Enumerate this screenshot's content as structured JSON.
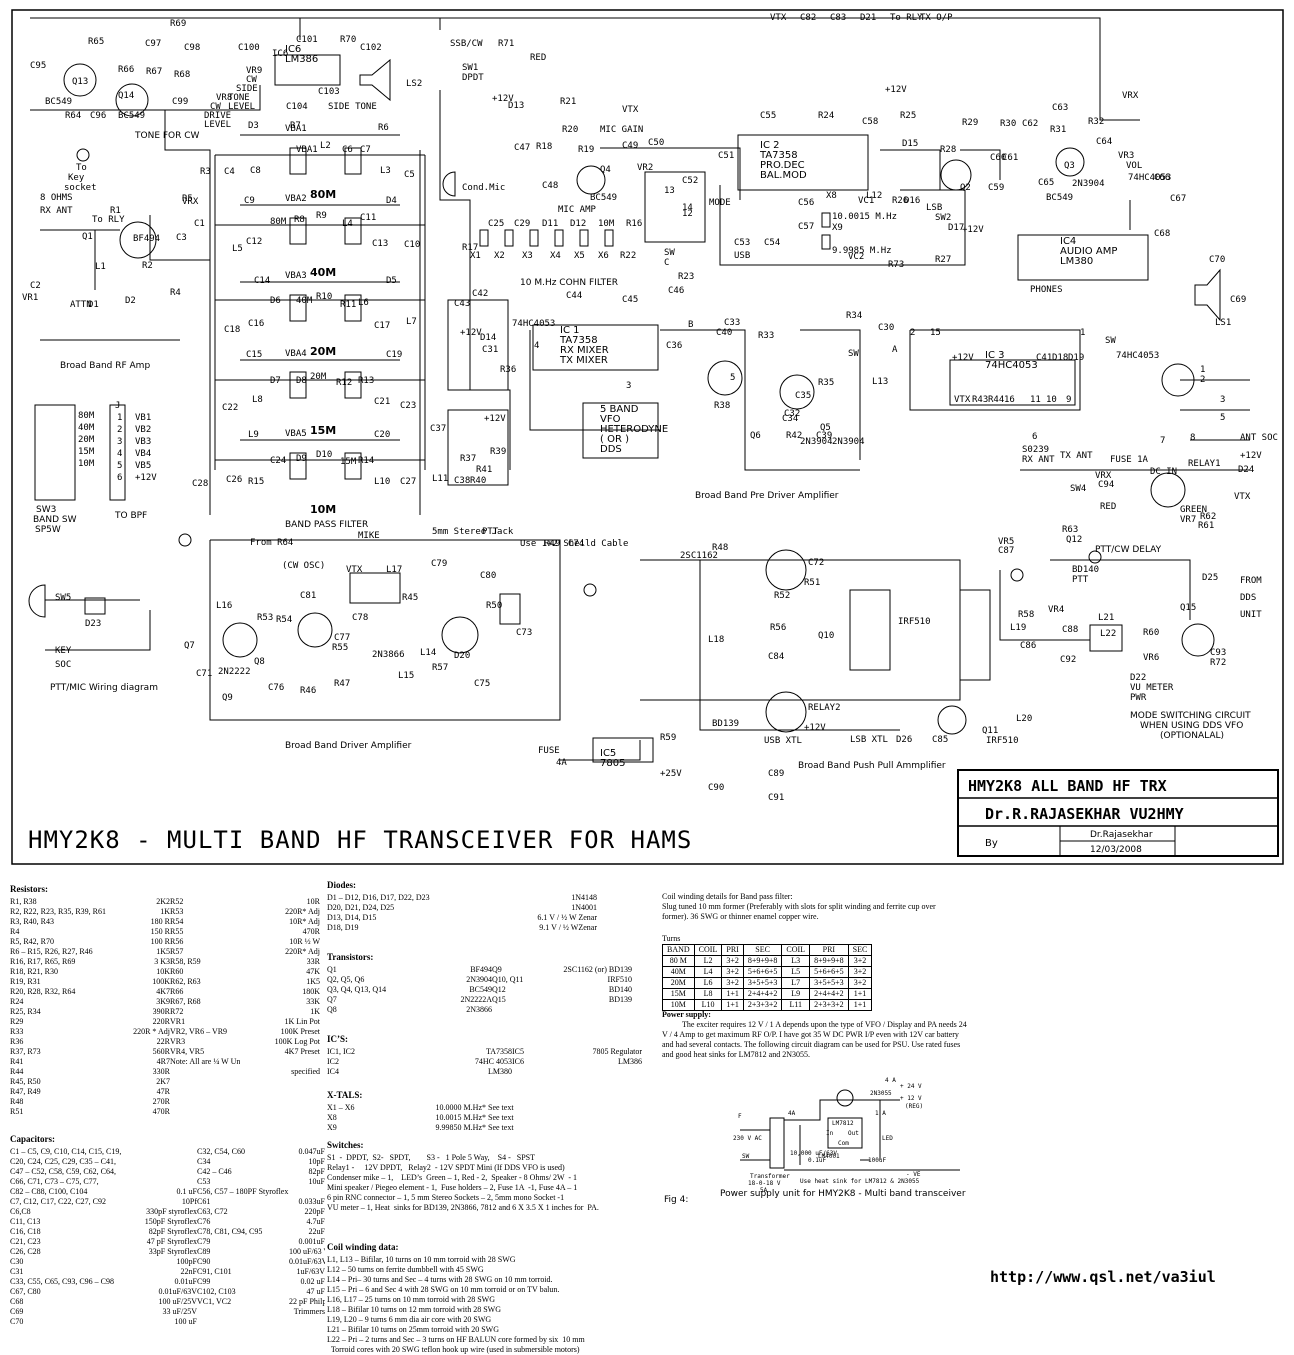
{
  "title": "HMY2K8 - MULTI BAND HF TRANSCEIVER FOR HAMS",
  "title_block": {
    "project": "HMY2K8   ALL BAND HF TRX",
    "author": "Dr.R.RAJASEKHAR VU2HMY",
    "by_label": "By",
    "signature": "Dr.Rajasekhar",
    "date": "12/03/2008"
  },
  "url": "http://www.qsl.net/va3iul",
  "section_labels": [
    {
      "id": "rf-amp",
      "text": "Broad Band RF Amp"
    },
    {
      "id": "bpf",
      "text": "BAND PASS FILTER"
    },
    {
      "id": "cohn",
      "text": "10 M.Hz COHN FILTER"
    },
    {
      "id": "predriver",
      "text": "Broad Band Pre Driver Amplifier"
    },
    {
      "id": "driver",
      "text": "Broad Band Driver Amplifier"
    },
    {
      "id": "pushpull",
      "text": "Broad Band Push Pull Ammplifier"
    },
    {
      "id": "ptt-wiring",
      "text": "PTT/MIC Wiring diagram"
    },
    {
      "id": "tone",
      "text": "TONE FOR CW"
    },
    {
      "id": "mode-switch",
      "text": "MODE SWITCHING CIRCUIT"
    },
    {
      "id": "mode-switch2",
      "text": "WHEN USING DDS VFO"
    },
    {
      "id": "mode-switch3",
      "text": "(OPTIONALAL)"
    },
    {
      "id": "ptt-cw",
      "text": "PTT/CW DELAY"
    },
    {
      "id": "to-bpf",
      "text": "TO BPF"
    },
    {
      "id": "sw3",
      "text": "SW3"
    },
    {
      "id": "sw3b",
      "text": "BAND SW"
    },
    {
      "id": "sw3c",
      "text": "SP5W"
    }
  ],
  "bands": [
    "80M",
    "40M",
    "20M",
    "15M",
    "10M"
  ],
  "band_voltages": [
    "VBA1",
    "VBA2",
    "VBA3",
    "VBA4",
    "VBA5"
  ],
  "band_switch": {
    "bands": [
      "80M",
      "40M",
      "20M",
      "15M",
      "10M"
    ],
    "pins": [
      "1",
      "2",
      "3",
      "4",
      "5",
      "6"
    ],
    "outputs": [
      "VB1",
      "VB2",
      "VB3",
      "VB4",
      "VB5",
      "+12V"
    ],
    "connector": "J"
  },
  "blocks": [
    {
      "id": "ic2",
      "lines": [
        "IC 2",
        "TA7358",
        "PRO.DEC",
        "BAL.MOD"
      ]
    },
    {
      "id": "ic1",
      "lines": [
        "IC 1",
        "TA7358",
        "RX MIXER",
        "TX MIXER"
      ]
    },
    {
      "id": "vfo",
      "lines": [
        "5 BAND",
        "VFO",
        "HETERODYNE",
        "( OR )",
        "DDS"
      ]
    },
    {
      "id": "ic4",
      "lines": [
        "IC4",
        "AUDIO AMP",
        "LM380"
      ]
    },
    {
      "id": "ic3",
      "lines": [
        "IC 3",
        "74HC4053"
      ]
    },
    {
      "id": "ic6",
      "lines": [
        "IC6",
        "LM386"
      ]
    },
    {
      "id": "ic5",
      "lines": [
        "IC5",
        "7805"
      ]
    }
  ],
  "labels": [
    "R69",
    "R65",
    "C97",
    "C98",
    "C95",
    "Q13",
    "R66",
    "R67",
    "R68",
    "Q14",
    "C99",
    "BC549",
    "BC549",
    "R64",
    "C96",
    "To",
    "Key",
    "socket",
    "C100",
    "IC6",
    "C101",
    "R70",
    "C102",
    "VR9",
    "CW",
    "SIDE",
    "TONE",
    "LEVEL",
    "C103",
    "LS2",
    "SIDE TONE",
    "C104",
    "VR8",
    "CW",
    "DRIVE",
    "LEVEL",
    "SSB/CW",
    "R71",
    "RED",
    "SW1",
    "DPDT",
    "+12V",
    "D13",
    "R21",
    "VTX",
    "R20",
    "MIC GAIN",
    "C47",
    "R18",
    "R19",
    "C49",
    "C50",
    "VR2",
    "C48",
    "Q4",
    "BC549",
    "MIC AMP",
    "Cond.Mic",
    "C55",
    "R24",
    "C58",
    "R25",
    "+12V",
    "R29",
    "R30",
    "C62",
    "C63",
    "R31",
    "R32",
    "VRX",
    "C51",
    "D15",
    "R28",
    "C60",
    "C61",
    "Q3",
    "C64",
    "VR3",
    "VOL",
    "C59",
    "C65",
    "2N3904",
    "BC549",
    "L12",
    "Q2",
    "C56",
    "X8",
    "VC1",
    "R26",
    "D16",
    "LSB",
    "SW2",
    "C53",
    "C54",
    "C57",
    "10.0015 M.Hz",
    "X9",
    "9.9985 M.Hz",
    "VC2",
    "D17",
    "+12V",
    "USB",
    "R73",
    "R27",
    "MODE",
    "C52",
    "12",
    "14",
    "13",
    "SW",
    "C",
    "74HC4053",
    "C66",
    "C67",
    "C68",
    "C70",
    "PHONES",
    "C69",
    "LS1",
    "8 OHMS",
    "RX ANT",
    "To RLY",
    "R1",
    "BF494",
    "Q1",
    "C1",
    "C3",
    "R5",
    "VRX",
    "L1",
    "R2",
    "R4",
    "C2",
    "VR1",
    "ATTN",
    "D1",
    "D2",
    "R3",
    "C4",
    "D3",
    "R6",
    "R7",
    "VBA1",
    "L2",
    "C6",
    "C7",
    "C8",
    "L3",
    "C5",
    "C9",
    "D4",
    "80M",
    "R8",
    "R9",
    "L4",
    "C11",
    "C12",
    "C13",
    "L5",
    "C10",
    "C14",
    "D5",
    "D6",
    "40M",
    "R10",
    "R11",
    "L6",
    "C16",
    "C17",
    "C18",
    "L7",
    "C15",
    "C19",
    "D7",
    "D8",
    "20M",
    "R12",
    "R13",
    "L8",
    "C21",
    "C22",
    "C23",
    "L9",
    "C20",
    "C24",
    "D9",
    "D10",
    "15M",
    "R14",
    "R15",
    "L10",
    "C26",
    "C27",
    "C28",
    "L11",
    "C25",
    "C29",
    "D11",
    "D12",
    "10M",
    "R16",
    "R17",
    "X1",
    "X2",
    "X3",
    "X4",
    "X5",
    "X6",
    "R22",
    "C42",
    "C43",
    "C44",
    "C45",
    "C46",
    "R23",
    "B",
    "74HC4053",
    "C33",
    "R33",
    "R34",
    "+12V",
    "D14",
    "C31",
    "R36",
    "C36",
    "C40",
    "SW",
    "4",
    "3",
    "5",
    "C35",
    "R35",
    "L13",
    "R38",
    "C32",
    "C34",
    "Q5",
    "Q6",
    "R42",
    "C39",
    "2N3904",
    "2N3904",
    "C37",
    "+12V",
    "R37",
    "R39",
    "R41",
    "R40",
    "C38",
    "C30",
    "2",
    "15",
    "1",
    "SW",
    "A",
    "74HC4053",
    "+12V",
    "C41",
    "D18",
    "D19",
    "VTX",
    "R43",
    "R44",
    "16",
    "11",
    "10",
    "9",
    "1",
    "2",
    "3",
    "5",
    "6",
    "7",
    "8",
    "ANT SOC",
    "S0239",
    "RX ANT",
    "TX ANT",
    "FUSE 1A",
    "RELAY1",
    "+12V",
    "VRX",
    "DC IN",
    "SW4",
    "C94",
    "D24",
    "VTX",
    "GREEN",
    "VR7",
    "R62",
    "R61",
    "RED",
    "R63",
    "Q12",
    "BD140",
    "PTT",
    "SW5",
    "D23",
    "KEY",
    "SOC",
    "From R64",
    "(CW OSC)",
    "MIKE",
    "5mm Stereo Jack",
    "PTT",
    "Use 1+2 Sheild Cable",
    "R49",
    "C74",
    "L16",
    "VTX",
    "L17",
    "C79",
    "C80",
    "C81",
    "R45",
    "R53",
    "R54",
    "C77",
    "C78",
    "R50",
    "R55",
    "Q7",
    "C73",
    "Q8",
    "2N3866",
    "L14",
    "R57",
    "C71",
    "2N2222",
    "L15",
    "D20",
    "Q9",
    "C76",
    "R46",
    "R47",
    "C75",
    "2SC1162",
    "R48",
    "C72",
    "R51",
    "R52",
    "R56",
    "L18",
    "C84",
    "Q10",
    "IRF510",
    "L19",
    "R58",
    "VR4",
    "C86",
    "C88",
    "L21",
    "L22",
    "C92",
    "R60",
    "VR6",
    "D22",
    "VU METER",
    "PWR",
    "C93",
    "R72",
    "D25",
    "FROM",
    "DDS",
    "UNIT",
    "Q15",
    "BD139",
    "RELAY2",
    "+12V",
    "USB XTL",
    "LSB XTL",
    "D26",
    "C85",
    "Q11",
    "IRF510",
    "L20",
    "C89",
    "C90",
    "C91",
    "FUSE",
    "4A",
    "+25V",
    "R59",
    "VR5",
    "C87",
    "VTX",
    "C82",
    "C83",
    "D21",
    "To RLY",
    "TX O/P"
  ],
  "parts": {
    "resistors": {
      "heading": "Resistors:",
      "rows": [
        [
          "R1, R38",
          "2K2",
          "R52",
          "10R"
        ],
        [
          "R2, R22, R23, R35, R39, R61",
          "1K",
          "R53",
          "220R* Adj"
        ],
        [
          "R3, R40, R43",
          "180 R",
          "R54",
          "10R* Adj"
        ],
        [
          "R4",
          "150 R",
          "R55",
          "470R"
        ],
        [
          "R5, R42, R70",
          "100 R",
          "R56",
          "10R ½ W"
        ],
        [
          "R6 – R15, R26, R27, R46",
          "1K5",
          "R57",
          "220R* Adj"
        ],
        [
          "R16, R17, R65, R69",
          "3 K3",
          "R58, R59",
          "33R"
        ],
        [
          "R18, R21, R30",
          "10K",
          "R60",
          "47K"
        ],
        [
          "R19, R31",
          "100K",
          "R62, R63",
          "1K5"
        ],
        [
          "R20, R28, R32, R64",
          "4K7",
          "R66",
          "180K"
        ],
        [
          "R24",
          "3K9",
          "R67, R68",
          "33K"
        ],
        [
          "R25, R34",
          "390R",
          "R72",
          "1K"
        ],
        [
          "R29",
          "220R",
          "VR1",
          "1K Lin Pot"
        ],
        [
          "R33",
          "220R * Adj",
          "VR2, VR6 – VR9",
          "100K Preset"
        ],
        [
          "R36",
          "22R",
          "VR3",
          "100K Log Pot"
        ],
        [
          "R37, R73",
          "560R",
          "VR4, VR5",
          "4K7 Preset"
        ],
        [
          "R41",
          "4R7",
          "Note: All are ¼ W Unless otherwise",
          ""
        ],
        [
          "R44",
          "330R",
          "",
          "specified"
        ],
        [
          "R45, R50",
          "2K7",
          "",
          ""
        ],
        [
          "R47, R49",
          "47R",
          "",
          ""
        ],
        [
          "R48",
          "270R",
          "",
          ""
        ],
        [
          "R51",
          "470R",
          "",
          ""
        ]
      ]
    },
    "capacitors": {
      "heading": "Capacitors:",
      "rows": [
        [
          "C1 – C5, C9, C10, C14, C15, C19,",
          "",
          "C32, C54, C60",
          "0.047uF"
        ],
        [
          "C20, C24, C25, C29, C35 – C41,",
          "",
          "C34",
          "10pF"
        ],
        [
          "C47 – C52, C58, C59, C62, C64,",
          "",
          "C42 – C46",
          "82pF"
        ],
        [
          "C66, C71, C73 – C75, C77,",
          "",
          "C53",
          "10uF"
        ],
        [
          "C82 – C88, C100, C104",
          "0.1 uF",
          "C56, C57 – 180PF Styroflex",
          ""
        ],
        [
          "C7, C12, C17, C22, C27, C92",
          "10Pf",
          "C61",
          "0.033uF"
        ],
        [
          "C6,C8",
          "330pF styroflex",
          "C63, C72",
          "220pF"
        ],
        [
          "C11, C13",
          "150pF Styroflex",
          "C76",
          "4.7uF"
        ],
        [
          "C16, C18",
          "82pF Styroflex",
          "C78, C81, C94, C95",
          "22uF"
        ],
        [
          "C21, C23",
          "47 pF Styroflex",
          "C79",
          "0.001uF"
        ],
        [
          "C26, C28",
          "33pF Styroflex",
          "C89",
          "100 uF/63 V"
        ],
        [
          "C30",
          "100pF",
          "C90",
          "0.01uF/63V"
        ],
        [
          "C31",
          "22nF",
          "C91, C101",
          "1uF/63V"
        ],
        [
          "C33, C55, C65, C93, C96 – C98",
          "0.01uF",
          "C99",
          "0.02 uF"
        ],
        [
          "C67, C80",
          "0.01uF/63V",
          "C102, C103",
          "47 uF"
        ],
        [
          "C68",
          "100 uF/25V",
          "VC1, VC2",
          "22 pF Philps"
        ],
        [
          "C69",
          "33 uF/25V",
          "",
          "Trimmers"
        ],
        [
          "C70",
          "100 uF",
          "",
          ""
        ]
      ]
    },
    "diodes": {
      "heading": "Diodes:",
      "rows": [
        [
          "D1 – D12, D16, D17, D22, D23",
          "1N4148"
        ],
        [
          "D20, D21, D24, D25",
          "1N4001"
        ],
        [
          "D13, D14, D15",
          "6.1 V / ½ W Zenar"
        ],
        [
          "D18, D19",
          "9.1 V / ½ WZenar"
        ]
      ]
    },
    "transistors": {
      "heading": "Transistors:",
      "rows": [
        [
          "Q1",
          "BF494",
          "Q9",
          "2SC1162 (or) BD139"
        ],
        [
          "Q2, Q5, Q6",
          "2N3904",
          "Q10, Q11",
          "IRF510"
        ],
        [
          "Q3, Q4, Q13, Q14",
          "BC549",
          "Q12",
          "BD140"
        ],
        [
          "Q7",
          "2N2222A",
          "Q15",
          "BD139"
        ],
        [
          "Q8",
          "2N3866",
          "",
          ""
        ]
      ]
    },
    "ics": {
      "heading": "IC’S:",
      "rows": [
        [
          "IC1, IC2",
          "TA7358",
          "IC5",
          "7805 Regulator"
        ],
        [
          "IC2",
          "74HC 4053",
          "IC6",
          "LM386"
        ],
        [
          "IC4",
          "LM380",
          "",
          ""
        ]
      ]
    },
    "xtals": {
      "heading": "X-TALS:",
      "rows": [
        [
          "X1 – X6",
          "10.0000 M.Hz",
          "* See text"
        ],
        [
          "X8",
          "10.0015 M.Hz",
          "* See text"
        ],
        [
          "X9",
          "9.99850 M.Hz",
          "* See text"
        ]
      ]
    },
    "switches": {
      "heading": "Switches:",
      "lines": [
        "S1  -  DPDT,  S2-   SPDT,        S3 -   1 Pole 5 Way,    S4 -   SPST",
        "Relay1 -     12V DPDT,   Relay2  - 12V SPDT Mini (If DDS VFO is used)",
        "Condenser mike – 1,    LED’s  Green – 1, Red - 2,  Speaker - 8 Ohms/ 2W  - 1",
        "Mini speaker / Piegeo element - 1,  Fuse holders – 2, Fuse 1A  -1, Fuse 4A – 1",
        "6 pin RNC connector – 1, 5 mm Stereo Sockets – 2, 5mm mono Socket -1",
        "VU meter – 1, Heat  sinks for BD139, 2N3866, 7812 and 6 X 3.5 X 1 inches for  PA."
      ]
    },
    "coil_data": {
      "heading": "Coil winding data:",
      "lines": [
        "L1, L13 – Bifilar, 10 turns on 10 mm torroid with 28 SWG",
        "L12 – 50 turns on ferrite dumbbell with 45 SWG",
        "L14 – Pri– 30 turns and Sec – 4 turns with 28 SWG on 10 mm torroid.",
        "L15 – Pri – 6 and Sec 4 with 28 SWG on 10 mm torroid or on TV balun.",
        "L16, L17 – 25 turns on 10 mm torroid with 28 SWG",
        "L18 – Bifilar 10 turns on 12 mm torroid with 28 SWG",
        "L19, L20 – 9 turns 6 mm dia air core with 20 SWG",
        "L21 – Bifilar 10 turns on 25mm torroid with 20 SWG",
        "L22 – Pri – 2 turns and Sec – 3 turns on HF BALUN core formed by six  10 mm",
        "  Torroid cores with 20 SWG teflon hook up wire (used in submersible motors)"
      ]
    }
  },
  "bpf_coils": {
    "intro": [
      "Coil winding details for Band pass filter:",
      "Slug tuned 10 mm former (Preferably with slots for split winding and ferrite cup over",
      "former). 36 SWG or thinner enamel copper wire."
    ],
    "turns_label": "Turns",
    "headers": [
      "BAND",
      "COIL",
      "PRI",
      "SEC",
      "COIL",
      "PRI",
      "SEC"
    ],
    "rows": [
      [
        "80 M",
        "L2",
        "3+2",
        "8+9+9+8",
        "L3",
        "8+9+9+8",
        "3+2"
      ],
      [
        "40M",
        "L4",
        "3+2",
        "5+6+6+5",
        "L5",
        "5+6+6+5",
        "3+2"
      ],
      [
        "20M",
        "L6",
        "3+2",
        "3+5+5+3",
        "L7",
        "3+5+5+3",
        "3+2"
      ],
      [
        "15M",
        "L8",
        "1+1",
        "2+4+4+2",
        "L9",
        "2+4+4+2",
        "1+1"
      ],
      [
        "10M",
        "L10",
        "1+1",
        "2+3+3+2",
        "L11",
        "2+3+3+2",
        "1+1"
      ]
    ]
  },
  "power": {
    "heading": "Power supply:",
    "text": "The exciter requires 12 V / 1 A depends upon the type of VFO / Display and PA needs 24 V / 4 Amp to get maximum RF O/P. I have got 35 W DC PWR I/P even with 12V car battery and had several contacts. The following circuit diagram can be used for PSU. Use rated fuses and good heat sinks for LM7812 and 2N3055."
  },
  "psu_fig": {
    "fig": "Fig 4:",
    "caption": "Power supply unit for HMY2K8 - Multi band transceiver",
    "labels": [
      "4 A",
      "+ 24 V",
      "2N3055",
      "+ 12 V",
      "(REG)",
      "1 A",
      "LM7812",
      "In",
      "Out",
      "Com",
      "LM4001",
      "230 V AC",
      "SW",
      "F",
      "Transformer",
      "18-0-18 V",
      "5A",
      "4A",
      "LED",
      "- VE",
      "Use heat sink for LM7812 & 2N3055",
      "10,000 uF/63V",
      "0.1uF",
      "100uF"
    ]
  }
}
